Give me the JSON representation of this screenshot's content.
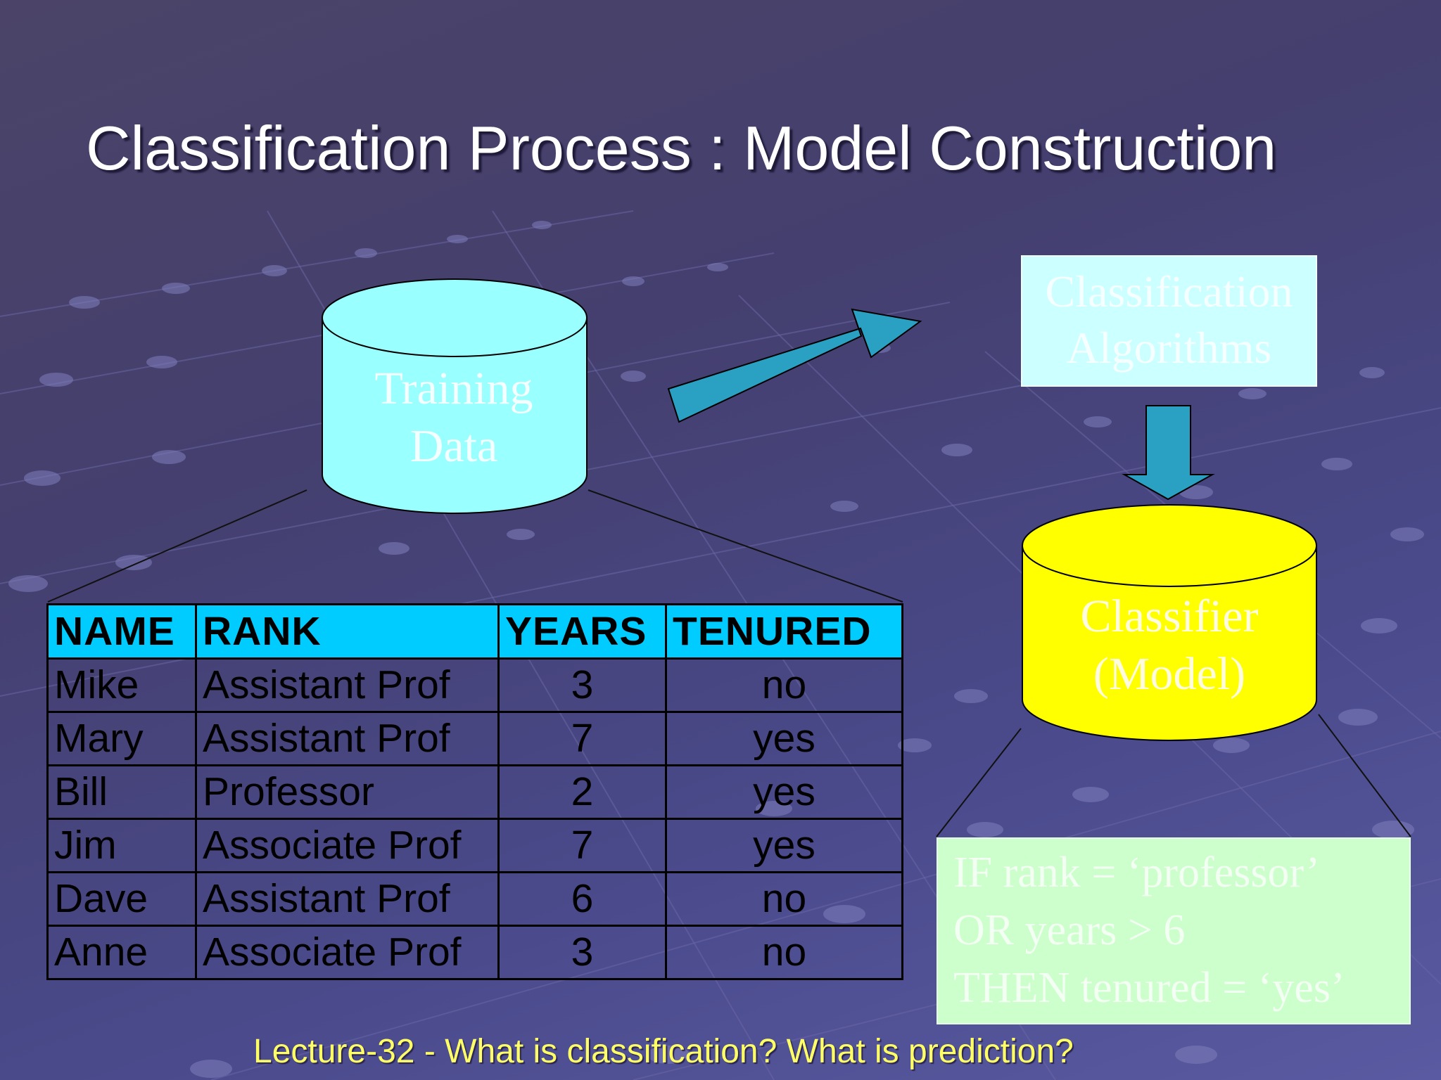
{
  "slide": {
    "title": "Classification Process : Model Construction",
    "footer": "Lecture-32 - What is classification? What is prediction?"
  },
  "training_data": {
    "label_line1": "Training",
    "label_line2": "Data",
    "color": "#99ffff"
  },
  "algorithms": {
    "label_line1": "Classification",
    "label_line2": "Algorithms",
    "color": "#ccffff"
  },
  "classifier": {
    "label_line1": "Classifier",
    "label_line2": "(Model)",
    "color": "#ffff00"
  },
  "rule": {
    "line1": "IF rank = ‘professor’",
    "line2": "OR years > 6",
    "line3": "THEN tenured = ‘yes’",
    "color": "#ccffcc"
  },
  "arrow_color": "#2aa0c2",
  "table": {
    "header_color": "#00ccff",
    "headers": [
      "NAME",
      "RANK",
      "YEARS",
      "TENURED"
    ],
    "rows": [
      [
        "Mike",
        "Assistant Prof",
        "3",
        "no"
      ],
      [
        "Mary",
        "Assistant Prof",
        "7",
        "yes"
      ],
      [
        "Bill",
        "Professor",
        "2",
        "yes"
      ],
      [
        "Jim",
        "Associate Prof",
        "7",
        "yes"
      ],
      [
        "Dave",
        "Assistant Prof",
        "6",
        "no"
      ],
      [
        "Anne",
        "Associate Prof",
        "3",
        "no"
      ]
    ]
  }
}
